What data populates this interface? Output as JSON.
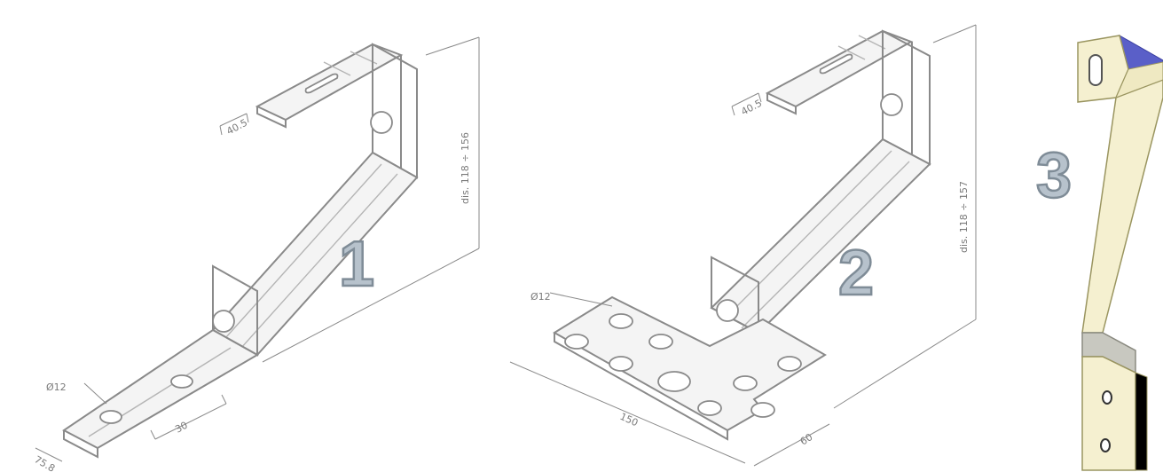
{
  "figures": [
    {
      "label": "1",
      "dims": {
        "tab": "40.5",
        "height": "dis. 118 ÷ 156",
        "hole": "Ø12",
        "slot": "30",
        "foot": "75.8"
      }
    },
    {
      "label": "2",
      "dims": {
        "tab": "40.5",
        "height": "dis. 118 ÷ 157",
        "hole": "Ø12",
        "length": "150",
        "width": "60"
      }
    },
    {
      "label": "3"
    }
  ],
  "colors": {
    "bracket_face": "#f5f0d0",
    "bracket_edge": "#b8b070",
    "bracket_top": "#5a5fc8",
    "bracket_bend": "#c8c8c0"
  }
}
